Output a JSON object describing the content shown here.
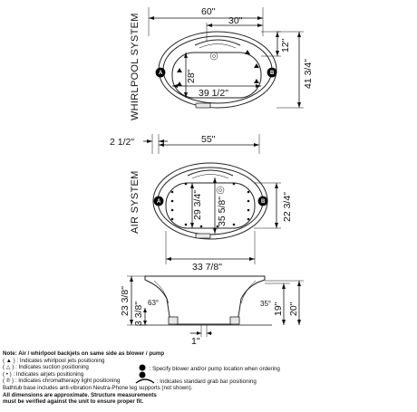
{
  "labels": {
    "whirlpool": "WHIRLPOOL SYSTEM",
    "air": "AIR SYSTEM",
    "badge_a": "A",
    "badge_b": "B"
  },
  "top_view": {
    "width": "60\"",
    "half_width": "30\"",
    "offset": "12\"",
    "depth": "41 3/4\"",
    "inner_depth": "28\"",
    "inner_width": "39 1/2\""
  },
  "middle_view": {
    "rim": "2 1/2\"",
    "width": "55\"",
    "inner_depth_left": "29 3/4\"",
    "inner_depth_center": "35 5/8\"",
    "depth": "22 3/4\"",
    "inner_width": "33 7/8\""
  },
  "side_view": {
    "height": "23 3/8\"",
    "leg": "3 3/8\"",
    "angle_left": "63°",
    "height_19": "19\"",
    "height_20": "20\"",
    "angle_right": "35°",
    "bottom": "1\""
  },
  "notes": {
    "title": "Note: Air / whirlpool backjets on same side as blower / pump",
    "item1": "(   ▲   ) : Indicates whirlpool jets positioning",
    "item2": "(   △   ) : Indicates suction positioning",
    "item3": "(   •   ) : Indicates airjets positioning",
    "item4": "(   ℗   ) : Indicates chromatherapy light positioning",
    "spec1": ": Specify blower and/or pump location when ordering",
    "grab": ": Indicates standard grab bar positioning",
    "legs": "Bathtub base includes anti-vibration Neutra-Phone leg supports (not shown).",
    "approx1": "All dimensions are approximate. Structure measurements",
    "approx2": "must be verified against the unit to ensure proper fit."
  }
}
